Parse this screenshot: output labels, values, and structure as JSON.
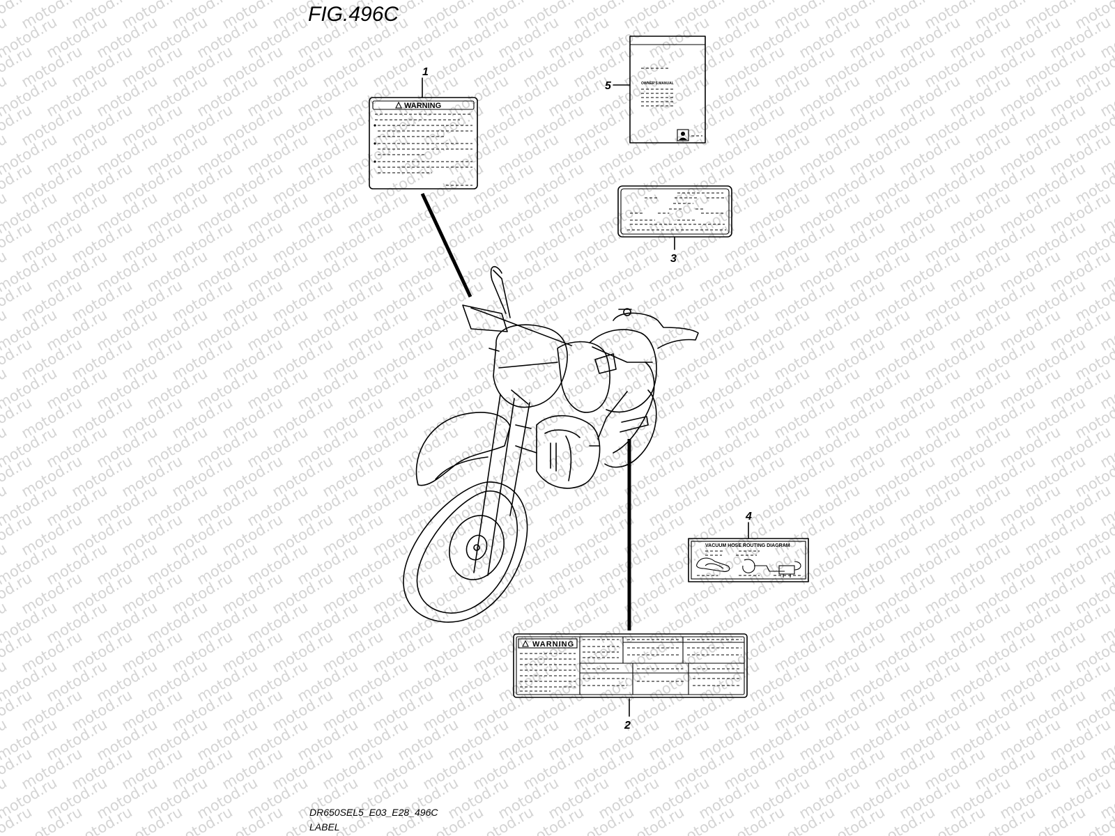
{
  "figure": {
    "title": "FIG.496C",
    "code": "DR650SEL5_E03_E28_496C",
    "caption": "LABEL"
  },
  "watermark": "motod.ru",
  "callouts": [
    "1",
    "2",
    "3",
    "4",
    "5"
  ],
  "labels": {
    "warning_1": {
      "heading": "WARNING"
    },
    "warning_2": {
      "heading": "WARNING"
    },
    "vacuum_4": {
      "heading": "VACUUM HOSE ROUTING DIAGRAM"
    },
    "manual_5": {
      "heading": "OWNER'S MANUAL"
    }
  }
}
